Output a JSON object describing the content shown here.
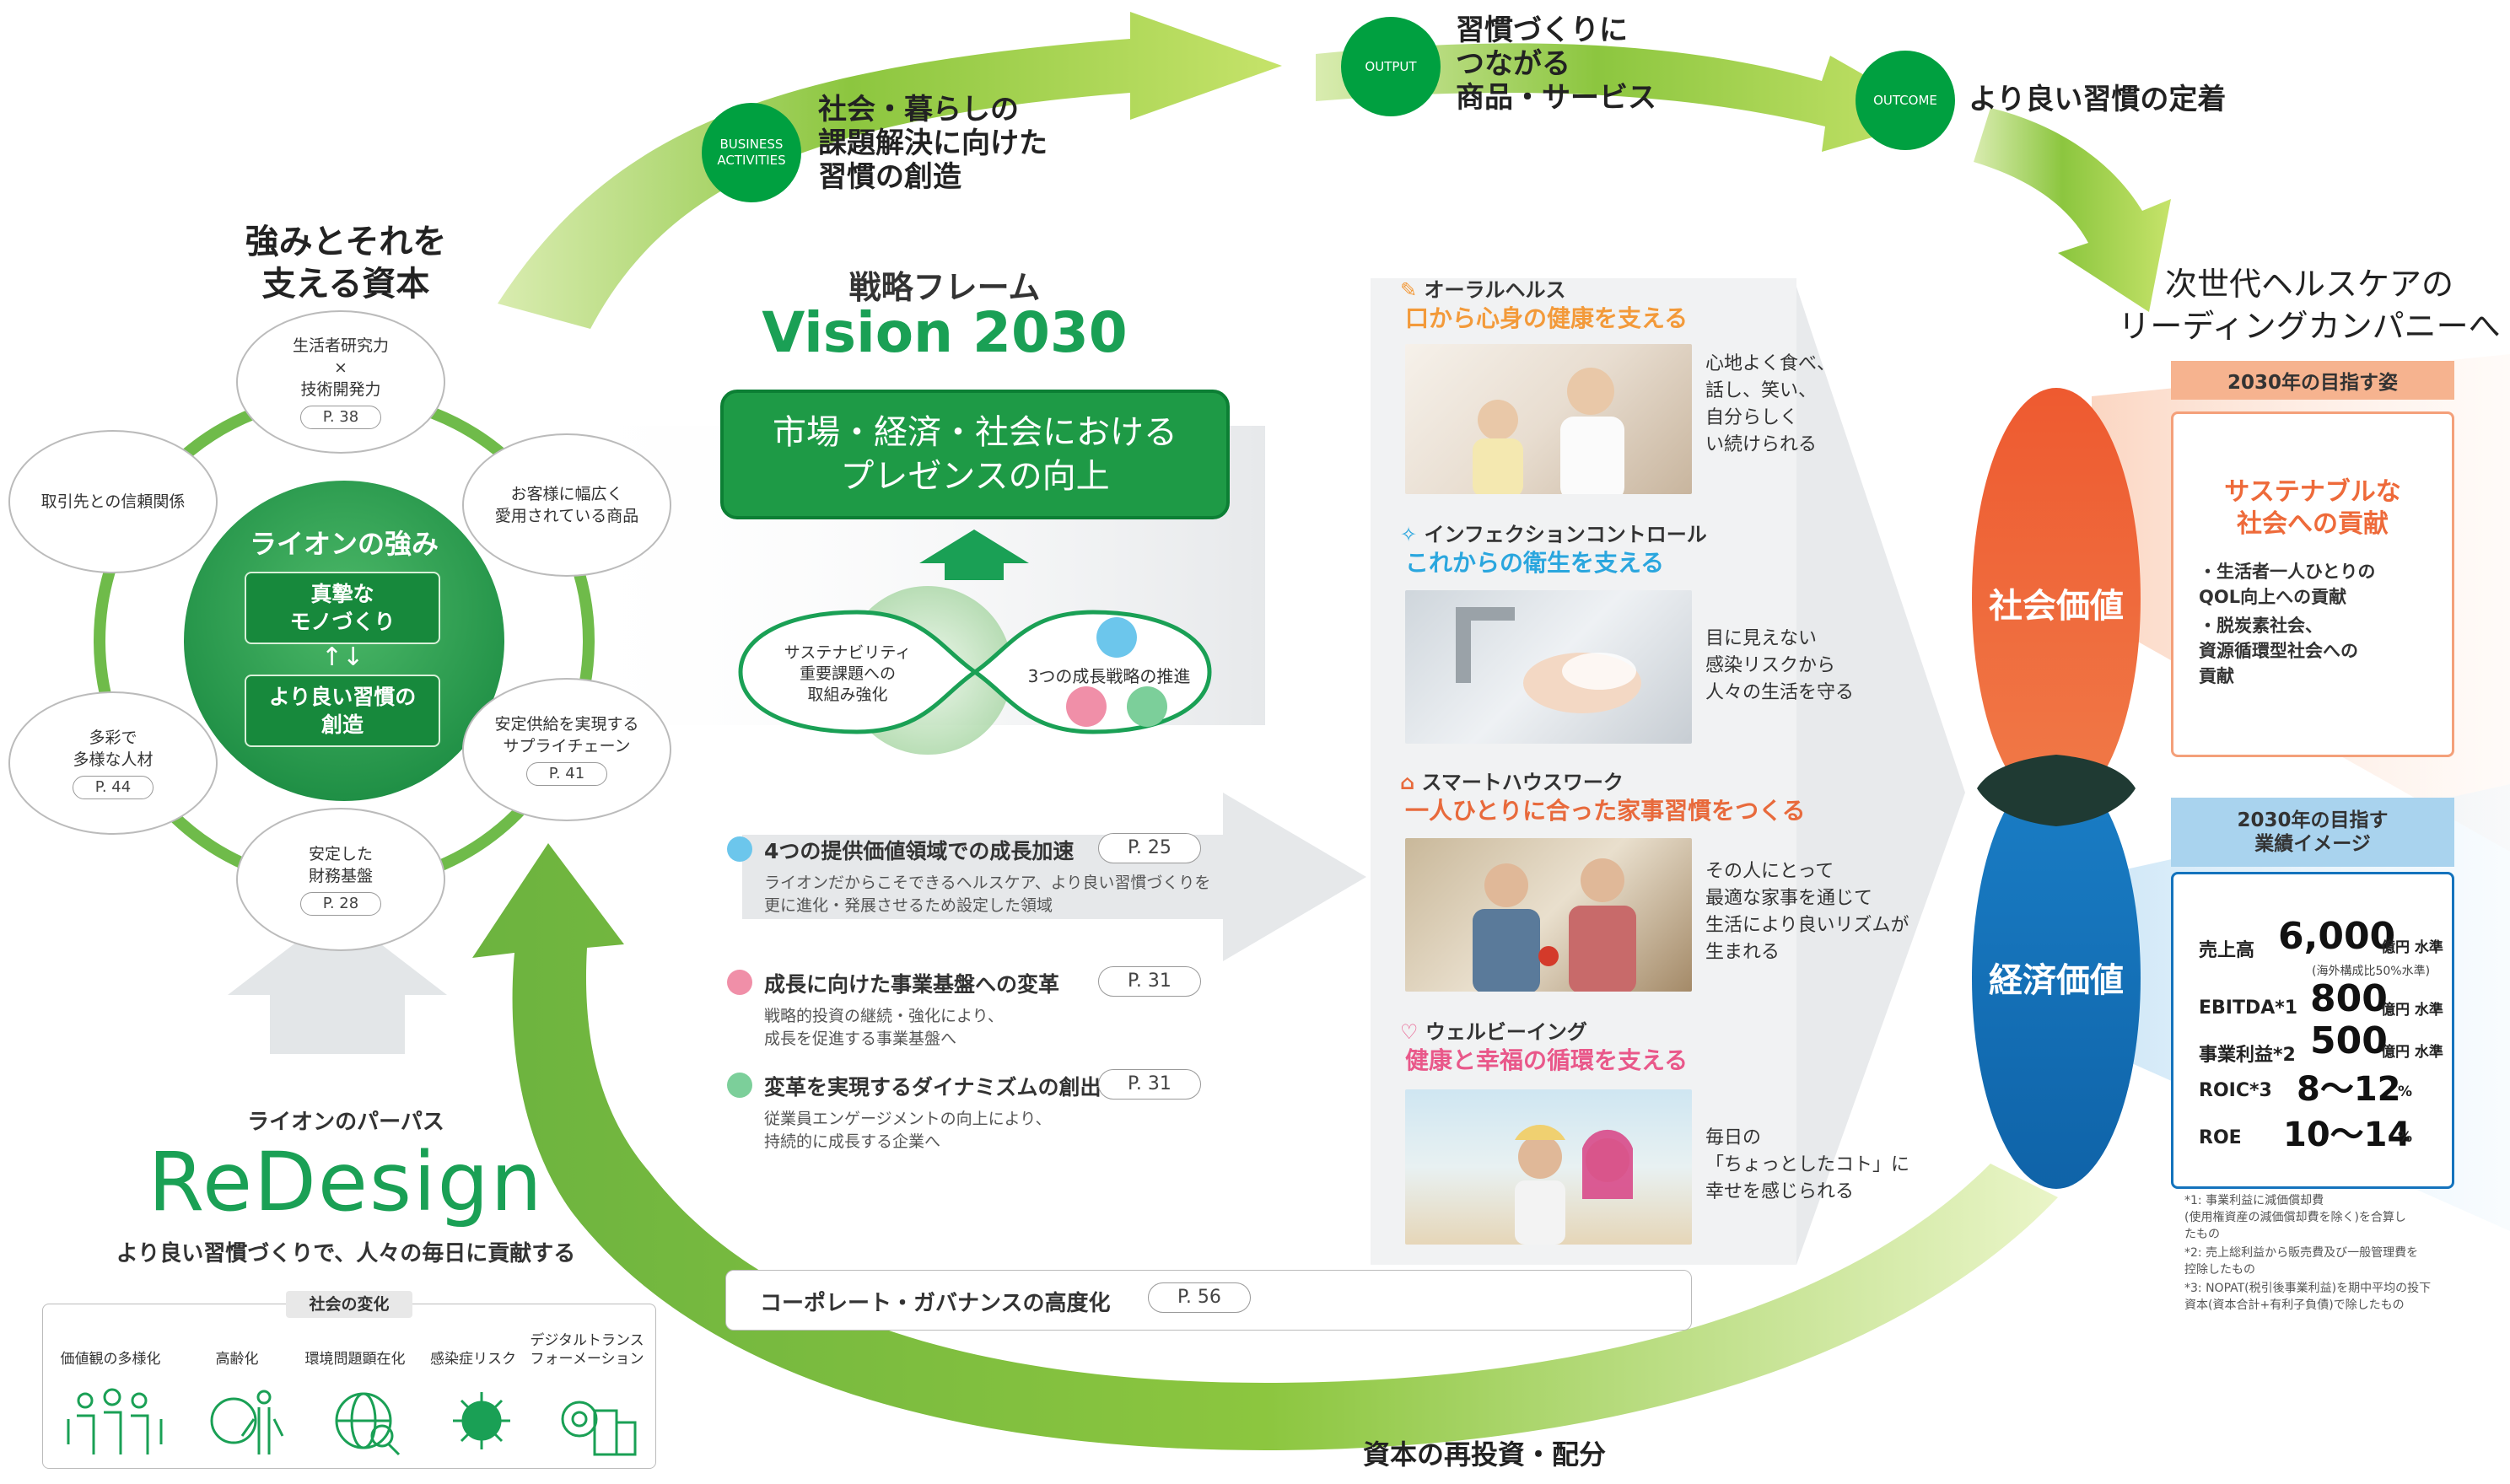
{
  "stages": {
    "business": {
      "badge": "BUSINESS\nACTIVITIES",
      "text": "社会・暮らしの\n課題解決に向けた\n習慣の創造"
    },
    "output": {
      "badge": "OUTPUT",
      "text": "習慣づくりに\nつながる\n商品・サービス"
    },
    "outcome": {
      "badge": "OUTCOME",
      "text": "より良い習慣の定着"
    }
  },
  "reinvest_label": "資本の再投資・配分",
  "strengths": {
    "title": "強みとそれを\n支える資本",
    "core_title": "ライオンの強み",
    "core_box1": "真摯な\nモノづくり",
    "core_box2": "より良い習慣の\n創造",
    "arrows": "↑↓",
    "capitals": [
      {
        "text": "生活者研究力\n×\n技術開発力",
        "page": "P. 38"
      },
      {
        "text": "お客様に幅広く\n愛用されている商品",
        "page": ""
      },
      {
        "text": "安定供給を実現する\nサプライチェーン",
        "page": "P. 41"
      },
      {
        "text": "安定した\n財務基盤",
        "page": "P. 28"
      },
      {
        "text": "多彩で\n多様な人材",
        "page": "P. 44"
      },
      {
        "text": "取引先との信頼関係",
        "page": ""
      }
    ]
  },
  "purpose": {
    "label": "ライオンのパーパス",
    "logo": "ReDesign",
    "tagline": "より良い習慣づくりで、人々の毎日に貢献する",
    "changes_title": "社会の変化",
    "changes": [
      {
        "label": "価値観の多様化",
        "icon": "people-icon"
      },
      {
        "label": "高齢化",
        "icon": "elderly-icon"
      },
      {
        "label": "環境問題顕在化",
        "icon": "globe-icon"
      },
      {
        "label": "感染症リスク",
        "icon": "virus-icon"
      },
      {
        "label": "デジタルトランス\nフォーメーション",
        "icon": "gear-building-icon"
      }
    ]
  },
  "framework": {
    "label": "戦略フレーム",
    "vision": "Vision 2030",
    "goal": "市場・経済・社会における\nプレゼンスの向上",
    "left_loop": "サステナビリティ\n重要課題への\n取組み強化",
    "right_loop": "3つの成長戦略の推進",
    "strategies": [
      {
        "title": "4つの提供価値領域での成長加速",
        "page": "P. 25",
        "color": "#6cc6ec",
        "desc": "ライオンだからこそできるヘルスケア、より良い習慣づくりを\n更に進化・発展させるため設定した領域"
      },
      {
        "title": "成長に向けた事業基盤への変革",
        "page": "P. 31",
        "color": "#f08fa8",
        "desc": "戦略的投資の継続・強化により、\n成長を促進する事業基盤へ"
      },
      {
        "title": "変革を実現するダイナミズムの創出",
        "page": "P. 31",
        "color": "#7ccf9a",
        "desc": "従業員エンゲージメントの向上により、\n持続的に成長する企業へ"
      }
    ],
    "governance": "コーポレート・ガバナンスの高度化",
    "governance_page": "P. 56"
  },
  "value_areas": [
    {
      "label": "オーラルヘルス",
      "headline": "口から心身の健康を支える",
      "color": "#f39a3a",
      "desc": "心地よく食べ、\n話し、笑い、\n自分らしく\nい続けられる"
    },
    {
      "label": "インフェクションコントロール",
      "headline": "これからの衛生を支える",
      "color": "#2aa6de",
      "desc": "目に見えない\n感染リスクから\n人々の生活を守る"
    },
    {
      "label": "スマートハウスワーク",
      "headline": "一人ひとりに合った家事習慣をつくる",
      "color": "#e86a3c",
      "desc": "その人にとって\n最適な家事を通じて\n生活により良いリズムが\n生まれる"
    },
    {
      "label": "ウェルビーイング",
      "headline": "健康と幸福の循環を支える",
      "color": "#e9588a",
      "desc": "毎日の\n「ちょっとしたコト」に\n幸せを感じられる"
    }
  ],
  "goal_section": {
    "title": "次世代ヘルスケアの\nリーディングカンパニーへ",
    "social_value": "社会価値",
    "economic_value": "経済価値",
    "aspiration_header": "2030年の目指す姿",
    "aspiration_headline": "サステナブルな\n社会への貢献",
    "aspiration_items": [
      "生活者一人ひとりの\nQOL向上への貢献",
      "脱炭素社会、\n資源循環型社会への\n貢献"
    ],
    "performance_header": "2030年の目指す\n業績イメージ",
    "kpis": [
      {
        "label": "売上高",
        "value": "6,000",
        "unit": "億円 水準",
        "sub": "(海外構成比50%水準)"
      },
      {
        "label": "EBITDA*1",
        "value": "800",
        "unit": "億円 水準",
        "sub": ""
      },
      {
        "label": "事業利益*2",
        "value": "500",
        "unit": "億円 水準",
        "sub": ""
      },
      {
        "label": "ROIC*3",
        "value": "8～12",
        "unit": "%",
        "sub": ""
      },
      {
        "label": "ROE",
        "value": "10～14",
        "unit": "%",
        "sub": ""
      }
    ],
    "notes": [
      "*1: 事業利益に減価償却費\n(使用権資産の減価償却費を除く)を合算し\nたもの",
      "*2: 売上総利益から販売費及び一般管理費を\n控除したもの",
      "*3: NOPAT(税引後事業利益)を期中平均の投下\n資本(資本合計+有利子負債)で除したもの"
    ]
  },
  "colors": {
    "green": "#00a040",
    "lime": "#8cc63f",
    "orange": "#ee6a3a",
    "blue": "#1473bd",
    "dark": "#1f3a33"
  }
}
